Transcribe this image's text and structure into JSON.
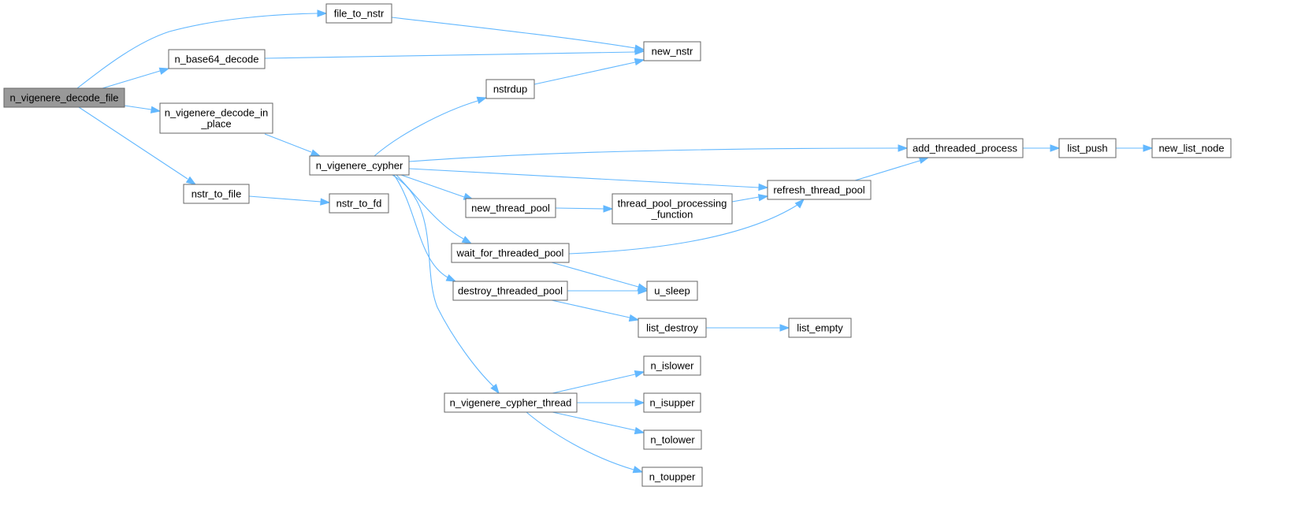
{
  "nodes": [
    {
      "id": "n_vigenere_decode_file",
      "lines": [
        "n_vigenere_decode_file"
      ],
      "root": true
    },
    {
      "id": "file_to_nstr",
      "lines": [
        "file_to_nstr"
      ]
    },
    {
      "id": "n_base64_decode",
      "lines": [
        "n_base64_decode"
      ]
    },
    {
      "id": "n_vigenere_decode_in_place",
      "lines": [
        "n_vigenere_decode_in",
        "_place"
      ]
    },
    {
      "id": "nstr_to_file",
      "lines": [
        "nstr_to_file"
      ]
    },
    {
      "id": "new_nstr",
      "lines": [
        "new_nstr"
      ]
    },
    {
      "id": "nstrdup",
      "lines": [
        "nstrdup"
      ]
    },
    {
      "id": "n_vigenere_cypher",
      "lines": [
        "n_vigenere_cypher"
      ]
    },
    {
      "id": "nstr_to_fd",
      "lines": [
        "nstr_to_fd"
      ]
    },
    {
      "id": "new_thread_pool",
      "lines": [
        "new_thread_pool"
      ]
    },
    {
      "id": "wait_for_threaded_pool",
      "lines": [
        "wait_for_threaded_pool"
      ]
    },
    {
      "id": "destroy_threaded_pool",
      "lines": [
        "destroy_threaded_pool"
      ]
    },
    {
      "id": "n_vigenere_cypher_thread",
      "lines": [
        "n_vigenere_cypher_thread"
      ]
    },
    {
      "id": "thread_pool_processing_function",
      "lines": [
        "thread_pool_processing",
        "_function"
      ]
    },
    {
      "id": "refresh_thread_pool",
      "lines": [
        "refresh_thread_pool"
      ]
    },
    {
      "id": "add_threaded_process",
      "lines": [
        "add_threaded_process"
      ]
    },
    {
      "id": "list_push",
      "lines": [
        "list_push"
      ]
    },
    {
      "id": "new_list_node",
      "lines": [
        "new_list_node"
      ]
    },
    {
      "id": "u_sleep",
      "lines": [
        "u_sleep"
      ]
    },
    {
      "id": "list_destroy",
      "lines": [
        "list_destroy"
      ]
    },
    {
      "id": "list_empty",
      "lines": [
        "list_empty"
      ]
    },
    {
      "id": "n_islower",
      "lines": [
        "n_islower"
      ]
    },
    {
      "id": "n_isupper",
      "lines": [
        "n_isupper"
      ]
    },
    {
      "id": "n_tolower",
      "lines": [
        "n_tolower"
      ]
    },
    {
      "id": "n_toupper",
      "lines": [
        "n_toupper"
      ]
    }
  ],
  "edges": [
    {
      "from": "n_vigenere_decode_file",
      "to": "file_to_nstr"
    },
    {
      "from": "n_vigenere_decode_file",
      "to": "n_base64_decode"
    },
    {
      "from": "n_vigenere_decode_file",
      "to": "n_vigenere_decode_in_place"
    },
    {
      "from": "n_vigenere_decode_file",
      "to": "nstr_to_file"
    },
    {
      "from": "file_to_nstr",
      "to": "new_nstr"
    },
    {
      "from": "n_base64_decode",
      "to": "new_nstr"
    },
    {
      "from": "n_vigenere_decode_in_place",
      "to": "n_vigenere_cypher"
    },
    {
      "from": "nstr_to_file",
      "to": "nstr_to_fd"
    },
    {
      "from": "nstrdup",
      "to": "new_nstr"
    },
    {
      "from": "n_vigenere_cypher",
      "to": "nstrdup"
    },
    {
      "from": "n_vigenere_cypher",
      "to": "add_threaded_process"
    },
    {
      "from": "n_vigenere_cypher",
      "to": "refresh_thread_pool"
    },
    {
      "from": "n_vigenere_cypher",
      "to": "new_thread_pool"
    },
    {
      "from": "n_vigenere_cypher",
      "to": "wait_for_threaded_pool"
    },
    {
      "from": "n_vigenere_cypher",
      "to": "destroy_threaded_pool"
    },
    {
      "from": "n_vigenere_cypher",
      "to": "n_vigenere_cypher_thread"
    },
    {
      "from": "new_thread_pool",
      "to": "thread_pool_processing_function"
    },
    {
      "from": "thread_pool_processing_function",
      "to": "refresh_thread_pool"
    },
    {
      "from": "wait_for_threaded_pool",
      "to": "refresh_thread_pool"
    },
    {
      "from": "wait_for_threaded_pool",
      "to": "u_sleep"
    },
    {
      "from": "destroy_threaded_pool",
      "to": "u_sleep"
    },
    {
      "from": "destroy_threaded_pool",
      "to": "list_destroy"
    },
    {
      "from": "refresh_thread_pool",
      "to": "add_threaded_process"
    },
    {
      "from": "add_threaded_process",
      "to": "list_push"
    },
    {
      "from": "list_push",
      "to": "new_list_node"
    },
    {
      "from": "list_destroy",
      "to": "list_empty"
    },
    {
      "from": "n_vigenere_cypher_thread",
      "to": "n_islower"
    },
    {
      "from": "n_vigenere_cypher_thread",
      "to": "n_isupper"
    },
    {
      "from": "n_vigenere_cypher_thread",
      "to": "n_tolower"
    },
    {
      "from": "n_vigenere_cypher_thread",
      "to": "n_toupper"
    }
  ],
  "colors": {
    "edge": "#63b8ff",
    "root_fill": "#999999",
    "node_fill": "#ffffff",
    "node_border": "#666666"
  }
}
